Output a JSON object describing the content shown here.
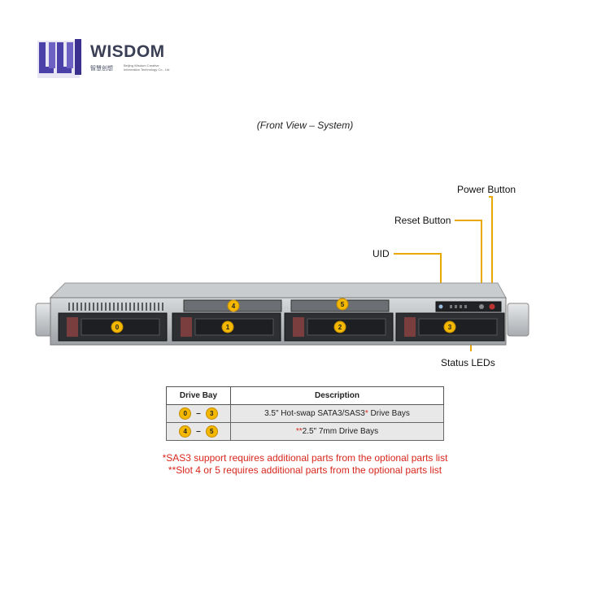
{
  "logo": {
    "word": "WISDOM",
    "chinese": "智慧创想",
    "english_line1": "Beijing Wisdom Creative",
    "english_line2": "Information Technology Co., Ltd"
  },
  "caption": "(Front View – System)",
  "callouts": {
    "power_button": "Power Button",
    "reset_button": "Reset Button",
    "uid": "UID",
    "status_leds": "Status LEDs"
  },
  "bays": {
    "large": [
      "0",
      "1",
      "2",
      "3"
    ],
    "small": [
      "4",
      "5"
    ]
  },
  "table": {
    "headers": [
      "Drive Bay",
      "Description"
    ],
    "rows": [
      {
        "from": "0",
        "dash": "–",
        "to": "3",
        "desc_pre": "3.5\" Hot-swap  SATA3/SAS3",
        "desc_mark": "*",
        "desc_post": " Drive  Bays",
        "lead_mark": ""
      },
      {
        "from": "4",
        "dash": "–",
        "to": "5",
        "desc_pre": "",
        "desc_mark": "",
        "desc_post": "2.5\"  7mm Drive  Bays",
        "lead_mark": "**"
      }
    ]
  },
  "notes": [
    "*SAS3 support requires additional parts from the optional parts list",
    "**Slot 4 or 5 requires additional parts from the optional parts list"
  ],
  "colors": {
    "badge": "#f4b800",
    "callout_line": "#e8a800",
    "note_red": "#d9261c",
    "logo_purple": "#5b4fb0"
  }
}
